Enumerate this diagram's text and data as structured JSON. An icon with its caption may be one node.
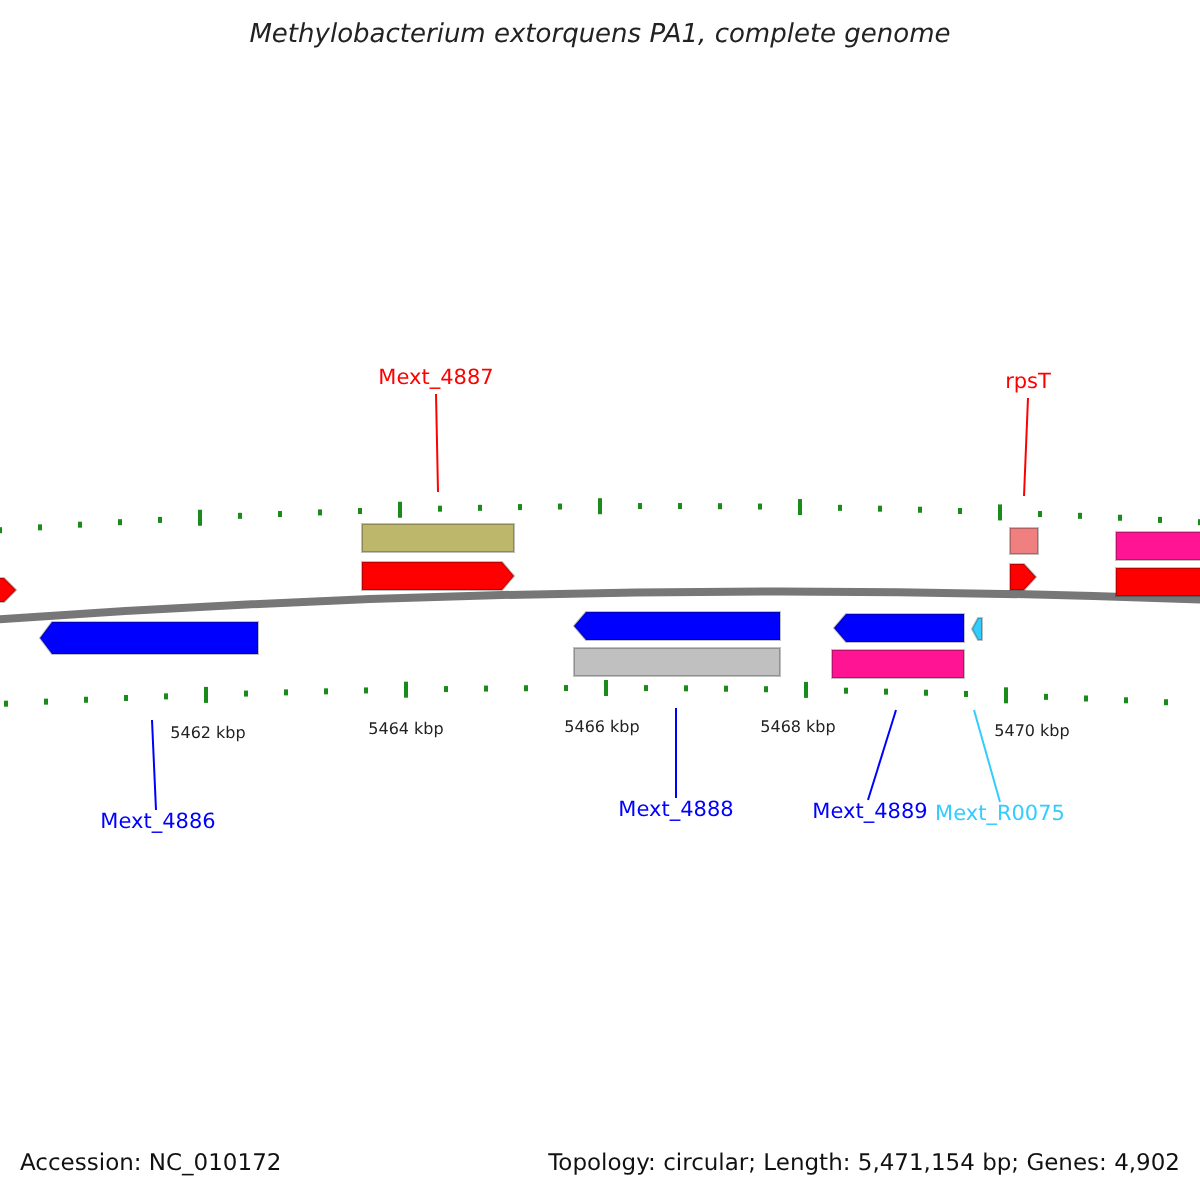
{
  "diagram": {
    "title": "Methylobacterium extorquens PA1, complete genome",
    "nodes": [
      {
        "text": [
          "Mext_4887"
        ]
      },
      {
        "text": [
          "rpsT"
        ]
      },
      {
        "text": [
          "Mext_4886"
        ]
      },
      {
        "text": [
          "Mext_4888"
        ]
      },
      {
        "text": [
          "Mext_4889"
        ]
      },
      {
        "text": [
          "Mext_R0075"
        ]
      }
    ],
    "edges": [
      {
        "from": 0,
        "to": null,
        "arrow": "none",
        "color": "#ff0000"
      },
      {
        "from": 1,
        "to": null,
        "arrow": "none",
        "color": "#ff0000"
      },
      {
        "from": 2,
        "to": null,
        "arrow": "none",
        "color": "#0000ff"
      },
      {
        "from": 3,
        "to": null,
        "arrow": "none",
        "color": "#0000ff"
      },
      {
        "from": 4,
        "to": null,
        "arrow": "none",
        "color": "#0000ff"
      },
      {
        "from": 5,
        "to": null,
        "arrow": "none",
        "color": "#33ccff"
      }
    ],
    "labels": [
      "5462 kbp",
      "5464 kbp",
      "5466 kbp",
      "5468 kbp",
      "5470 kbp",
      "Accession: NC_010172",
      "Topology: circular; Length: 5,471,154 bp; Genes: 4,902"
    ]
  }
}
